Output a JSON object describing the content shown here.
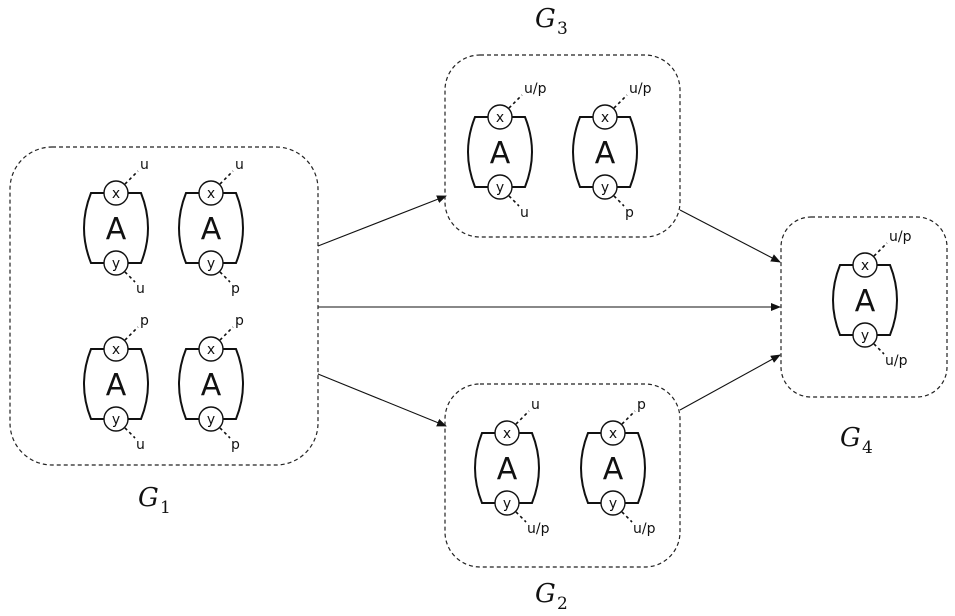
{
  "groups": [
    {
      "id": "g1",
      "label": "G",
      "subscript": "1",
      "nodes": [
        {
          "block": "A",
          "in_port": "x",
          "out_port": "y",
          "in_ann": "u",
          "out_ann": "u"
        },
        {
          "block": "A",
          "in_port": "x",
          "out_port": "y",
          "in_ann": "u",
          "out_ann": "p"
        },
        {
          "block": "A",
          "in_port": "x",
          "out_port": "y",
          "in_ann": "p",
          "out_ann": "u"
        },
        {
          "block": "A",
          "in_port": "x",
          "out_port": "y",
          "in_ann": "p",
          "out_ann": "p"
        }
      ]
    },
    {
      "id": "g3",
      "label": "G",
      "subscript": "3",
      "nodes": [
        {
          "block": "A",
          "in_port": "x",
          "out_port": "y",
          "in_ann": "u/p",
          "out_ann": "u"
        },
        {
          "block": "A",
          "in_port": "x",
          "out_port": "y",
          "in_ann": "u/p",
          "out_ann": "p"
        }
      ]
    },
    {
      "id": "g2",
      "label": "G",
      "subscript": "2",
      "nodes": [
        {
          "block": "A",
          "in_port": "x",
          "out_port": "y",
          "in_ann": "u",
          "out_ann": "u/p"
        },
        {
          "block": "A",
          "in_port": "x",
          "out_port": "y",
          "in_ann": "p",
          "out_ann": "u/p"
        }
      ]
    },
    {
      "id": "g4",
      "label": "G",
      "subscript": "4",
      "nodes": [
        {
          "block": "A",
          "in_port": "x",
          "out_port": "y",
          "in_ann": "u/p",
          "out_ann": "u/p"
        }
      ]
    }
  ],
  "edges": [
    {
      "from": "g1",
      "to": "g3"
    },
    {
      "from": "g1",
      "to": "g2"
    },
    {
      "from": "g1",
      "to": "g4"
    },
    {
      "from": "g3",
      "to": "g4"
    },
    {
      "from": "g2",
      "to": "g4"
    }
  ]
}
